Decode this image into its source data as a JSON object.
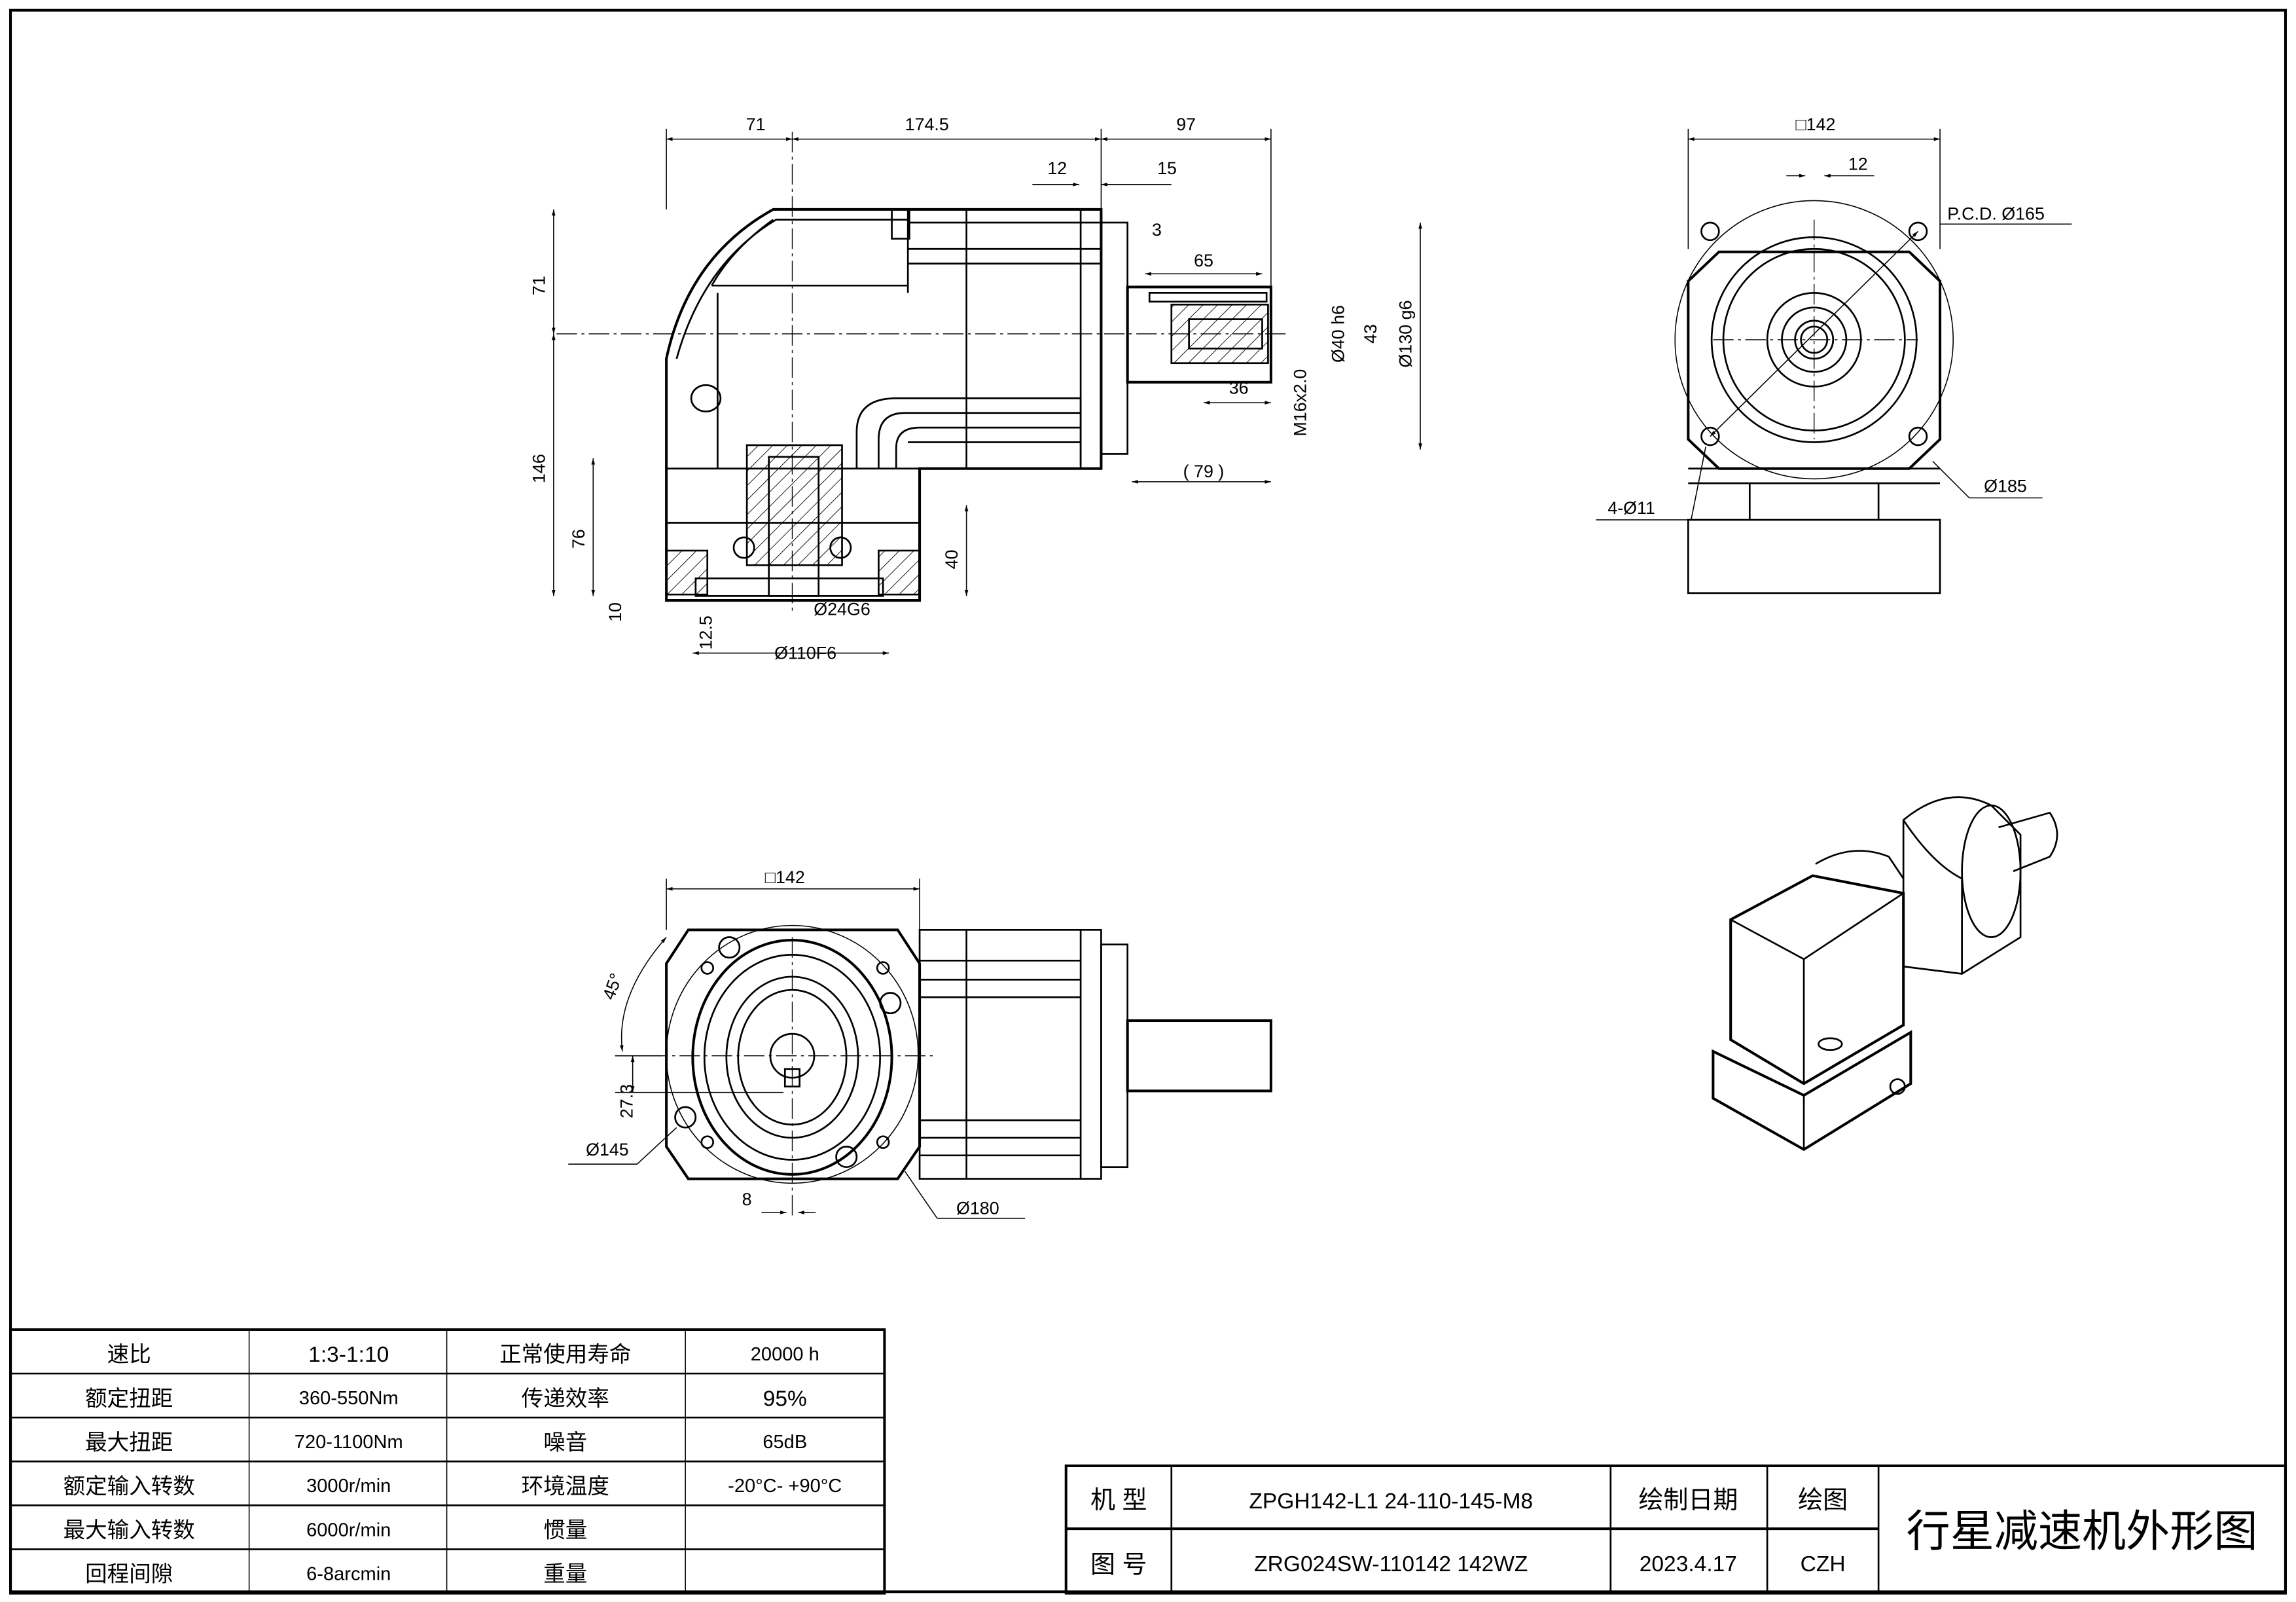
{
  "side_view": {
    "dims": {
      "d71_top": "71",
      "d174_5": "174.5",
      "d97": "97",
      "d12": "12",
      "d15": "15",
      "d3": "3",
      "d65": "65",
      "d36": "36",
      "d79": "( 79 )",
      "d40h6": "Ø40 h6",
      "d43": "43",
      "d130g6": "Ø130 g6",
      "m16": "M16x2.0",
      "d71_left": "71",
      "d146": "146",
      "d76": "76",
      "d10": "10",
      "d12_5": "12.5",
      "d40": "40",
      "d24g6": "Ø24G6",
      "d110f6": "Ø110F6"
    }
  },
  "end_view": {
    "dims": {
      "sq142": "□142",
      "d12": "12",
      "pcd": "P.C.D. Ø165",
      "d185": "Ø185",
      "holes": "4-Ø11"
    }
  },
  "bottom_view": {
    "dims": {
      "sq142": "□142",
      "angle": "45°",
      "d27_3": "27.3",
      "d145": "Ø145",
      "d8": "8",
      "d180": "Ø180"
    }
  },
  "spec_table": {
    "rows": [
      {
        "label": "速比",
        "value": "1:3-1:10",
        "label2": "正常使用寿命",
        "value2": "20000 h"
      },
      {
        "label": "额定扭距",
        "value": "360-550Nm",
        "label2": "传递效率",
        "value2": "95%"
      },
      {
        "label": "最大扭距",
        "value": "720-1100Nm",
        "label2": "噪音",
        "value2": "65dB"
      },
      {
        "label": "额定输入转数",
        "value": "3000r/min",
        "label2": "环境温度",
        "value2": "-20°C- +90°C"
      },
      {
        "label": "最大输入转数",
        "value": "6000r/min",
        "label2": "惯量",
        "value2": ""
      },
      {
        "label": "回程间隙",
        "value": "6-8arcmin",
        "label2": "重量",
        "value2": ""
      }
    ]
  },
  "title_block": {
    "model_label": "机 型",
    "model_value": "ZPGH142-L1 24-110-145-M8",
    "drawing_no_label": "图 号",
    "drawing_no_value": "ZRG024SW-110142 142WZ",
    "date_label": "绘制日期",
    "date_value": "2023.4.17",
    "drawer_label": "绘图",
    "drawer_value": "CZH",
    "title": "行星减速机外形图"
  }
}
